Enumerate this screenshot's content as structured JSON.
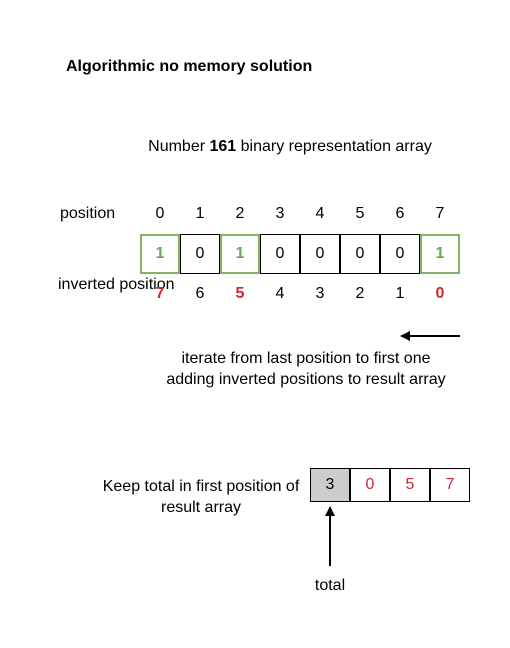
{
  "title": "Algorithmic no memory solution",
  "subtitle": {
    "prefix": "Number ",
    "number": "161",
    "suffix": " binary representation array"
  },
  "position_label": "position",
  "inverted_label": "inverted position",
  "positions": [
    "0",
    "1",
    "2",
    "3",
    "4",
    "5",
    "6",
    "7"
  ],
  "bits": [
    "1",
    "0",
    "1",
    "0",
    "0",
    "0",
    "0",
    "1"
  ],
  "inverted_positions": [
    "7",
    "6",
    "5",
    "4",
    "3",
    "2",
    "1",
    "0"
  ],
  "iterate_note": "iterate from last position to first one adding inverted positions to result array",
  "keep_note": "Keep total in first position of result array",
  "result_array": [
    "3",
    "0",
    "5",
    "7"
  ],
  "total_label": "total",
  "colors": {
    "set_bit_border": "#82b366",
    "set_bit_text": "#6aa84f",
    "highlight_red": "#cc2936",
    "total_cell_fill": "#cccccc"
  }
}
